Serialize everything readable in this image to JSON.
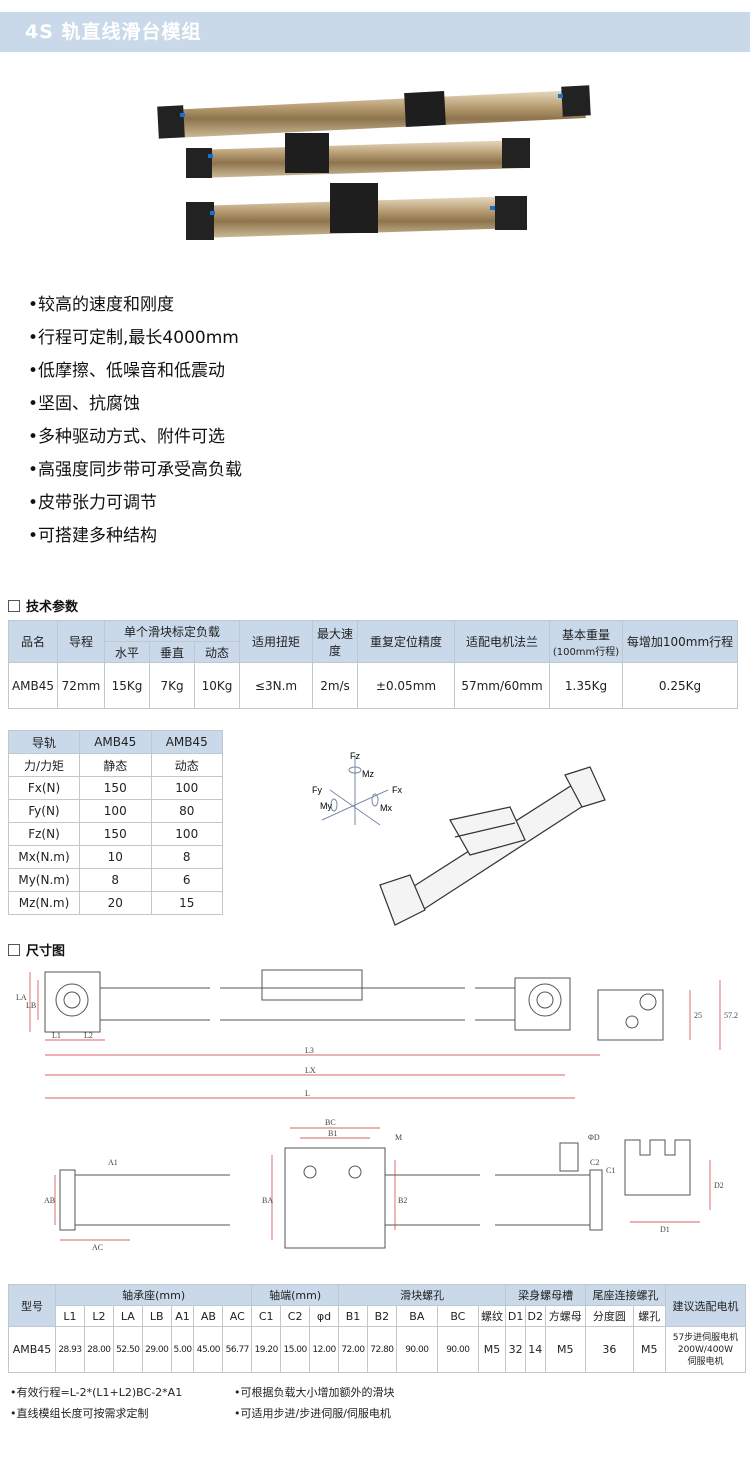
{
  "header": {
    "title": "4S 轨直线滑台模组"
  },
  "features": [
    "•较高的速度和刚度",
    "•行程可定制,最长4000mm",
    "•低摩擦、低噪音和低震动",
    "•坚固、抗腐蚀",
    "•多种驱动方式、附件可选",
    "•高强度同步带可承受高负载",
    "•皮带张力可调节",
    "•可搭建多种结构"
  ],
  "tech_section": {
    "title": "技术参数"
  },
  "spec_table": {
    "h_name": "品名",
    "h_lead": "导程",
    "h_load": "单个滑块标定负载",
    "h_horizontal": "水平",
    "h_vertical": "垂直",
    "h_dynamic": "动态",
    "h_torque": "适用扭矩",
    "h_speed": "最大速度",
    "h_repeat": "重复定位精度",
    "h_motor": "适配电机法兰",
    "h_weight": "基本重量",
    "h_weight_sub": "(100mm行程)",
    "h_per100": "每增加100mm行程",
    "row": [
      "AMB45",
      "72mm",
      "15Kg",
      "7Kg",
      "10Kg",
      "≤3N.m",
      "2m/s",
      "±0.05mm",
      "57mm/60mm",
      "1.35Kg",
      "0.25Kg"
    ]
  },
  "load_table": {
    "header": [
      "导轨",
      "AMB45",
      "AMB45"
    ],
    "sub": [
      "力/力矩",
      "静态",
      "动态"
    ],
    "rows": [
      [
        "Fx(N)",
        "150",
        "100"
      ],
      [
        "Fy(N)",
        "100",
        "80"
      ],
      [
        "Fz(N)",
        "150",
        "100"
      ],
      [
        "Mx(N.m)",
        "10",
        "8"
      ],
      [
        "My(N.m)",
        "8",
        "6"
      ],
      [
        "Mz(N.m)",
        "20",
        "15"
      ]
    ]
  },
  "axes_labels": {
    "fz": "Fz",
    "mz": "Mz",
    "fy": "Fy",
    "my": "My",
    "fx": "Fx",
    "mx": "Mx"
  },
  "dim_section": {
    "title": "尺寸图"
  },
  "drawing_labels": {
    "l1": "L1",
    "l2": "L2",
    "l3": "L3",
    "lx": "LX",
    "l": "L",
    "la": "LA",
    "lb": "LB",
    "a1": "A1",
    "ab": "AB",
    "ac": "AC",
    "bc": "BC",
    "b1": "B1",
    "m": "M",
    "ba": "BA",
    "b2": "B2",
    "phid": "ΦD",
    "c2": "C2",
    "c1": "C1",
    "d1": "D1",
    "d2": "D2",
    "dim25": "25",
    "dim57": "57.2"
  },
  "dim_table": {
    "h_model": "型号",
    "h_bearing": "轴承座(mm)",
    "h_shaft": "轴端(mm)",
    "h_slider": "滑块螺孔",
    "h_beam": "梁身螺母槽",
    "h_tail": "尾座连接螺孔",
    "h_motor": "建议选配电机",
    "cols": [
      "L1",
      "L2",
      "LA",
      "LB",
      "A1",
      "AB",
      "AC",
      "C1",
      "C2",
      "φd",
      "B1",
      "B2",
      "BA",
      "BC",
      "螺纹",
      "D1",
      "D2",
      "方螺母",
      "分度圆",
      "螺孔"
    ],
    "row": [
      "AMB45",
      "28.93",
      "28.00",
      "52.50",
      "29.00",
      "5.00",
      "45.00",
      "56.77",
      "19.20",
      "15.00",
      "12.00",
      "72.00",
      "72.80",
      "90.00",
      "90.00",
      "M5",
      "32",
      "14",
      "M5",
      "36",
      "M5"
    ],
    "motor": [
      "57步进伺服电机",
      "200W/400W",
      "伺服电机"
    ]
  },
  "notes": [
    "•有效行程=L-2*(L1+L2)BC-2*A1",
    "•直线模组长度可按需求定制",
    "•可根据负载大小增加额外的滑块",
    "•可适用步进/步进伺服/伺服电机"
  ]
}
